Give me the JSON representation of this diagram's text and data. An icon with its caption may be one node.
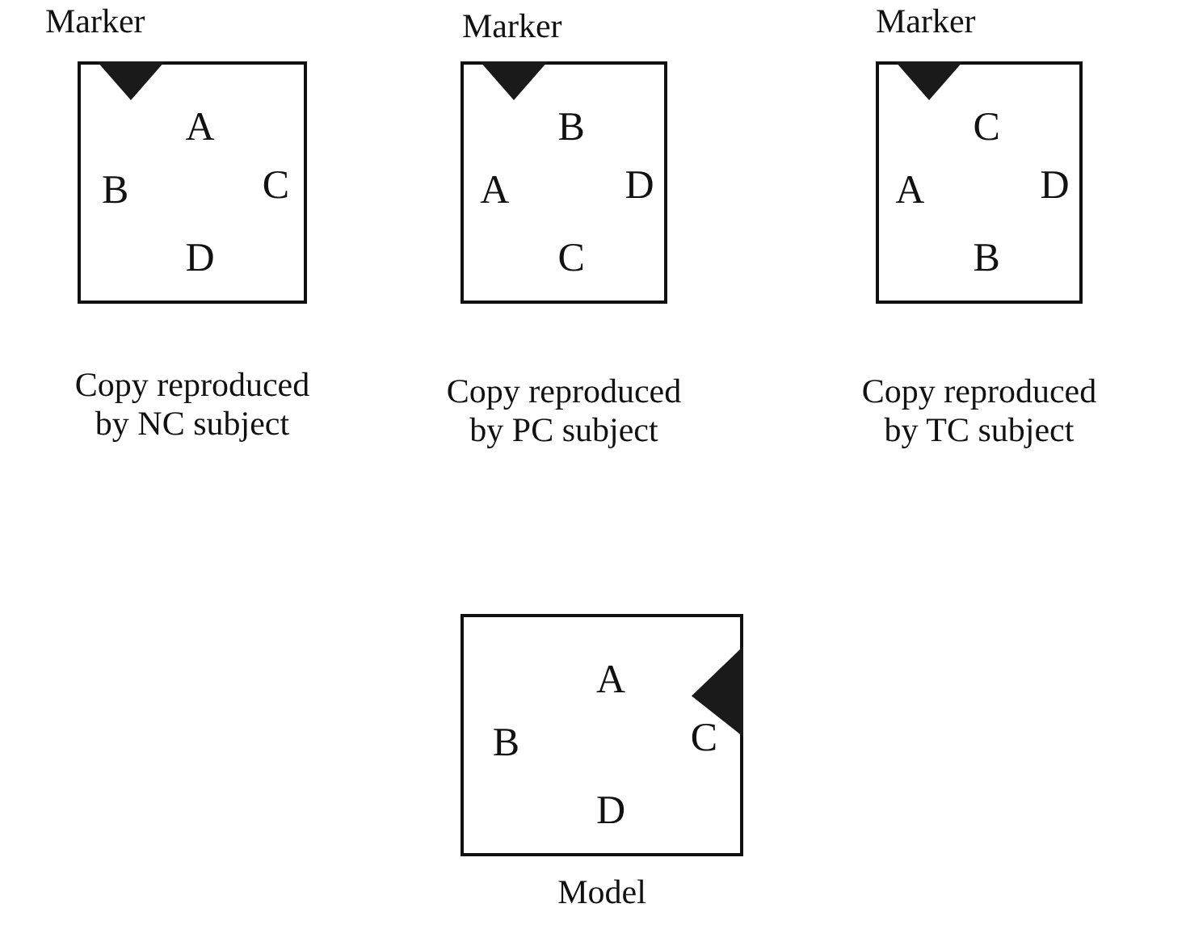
{
  "diagram": {
    "nodes": [
      {
        "text": [
          "A",
          "B",
          "C",
          "D"
        ],
        "beside": [
          "Copy reproduced by NC subject"
        ]
      },
      {
        "text": [],
        "shape": "triangle",
        "in": 0,
        "beside": [
          "Marker"
        ]
      },
      {
        "text": [
          "B",
          "A",
          "D",
          "C"
        ],
        "beside": [
          "Copy reproduced by PC subject"
        ]
      },
      {
        "text": [],
        "shape": "triangle",
        "in": 2,
        "beside": [
          "Marker"
        ]
      },
      {
        "text": [
          "C",
          "A",
          "D",
          "B"
        ],
        "beside": [
          "Copy reproduced by TC subject"
        ]
      },
      {
        "text": [],
        "shape": "triangle",
        "in": 4,
        "beside": [
          "Marker"
        ]
      },
      {
        "text": [
          "A",
          "B",
          "C",
          "D"
        ],
        "beside": [
          "Model"
        ]
      },
      {
        "text": [],
        "shape": "triangle",
        "in": 6
      }
    ],
    "edges": []
  }
}
